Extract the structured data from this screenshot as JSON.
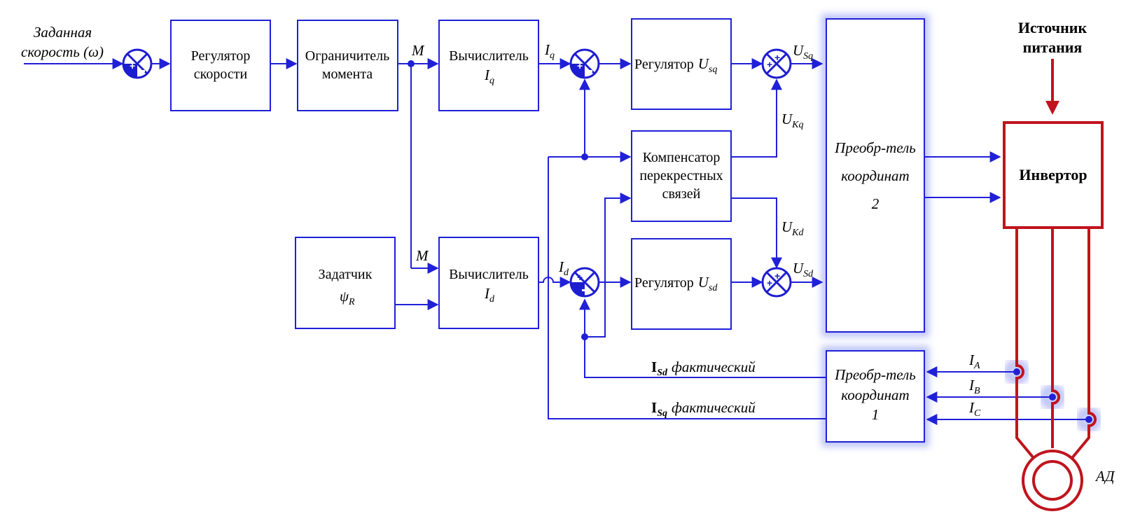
{
  "inputs": {
    "speed_ref_line1": "Заданная",
    "speed_ref_line2": "скорость (ω)"
  },
  "blocks": {
    "speed_regulator": [
      "Регулятор",
      "скорости"
    ],
    "torque_limiter": [
      "Ограничитель",
      "момента"
    ],
    "iq_calculator": {
      "label": "Вычислитель",
      "var": "I",
      "sub": "q"
    },
    "id_calculator": {
      "label": "Вычислитель",
      "var": "I",
      "sub": "d"
    },
    "flux_setter": {
      "label": "Задатчик",
      "var": "ψ",
      "sub": "R"
    },
    "usq_regulator": {
      "label": "Регулятор",
      "var": "U",
      "sub": "sq"
    },
    "usd_regulator": {
      "label": "Регулятор",
      "var": "U",
      "sub": "sd"
    },
    "cross_compensator": [
      "Компенсатор",
      "перекрестных",
      "связей"
    ],
    "coord_converter_2": [
      "Преобр-тель",
      "координат",
      "2"
    ],
    "coord_converter_1": [
      "Преобр-тель",
      "координат",
      "1"
    ],
    "inverter": "Инвертор"
  },
  "signals": {
    "m_top": "M",
    "m_bottom": "M",
    "iq": {
      "var": "I",
      "sub": "q"
    },
    "id": {
      "var": "I",
      "sub": "d"
    },
    "usq": {
      "var": "U",
      "sub": "Sq"
    },
    "usd": {
      "var": "U",
      "sub": "Sd"
    },
    "ukq": {
      "var": "U",
      "sub": "Kq"
    },
    "ukd": {
      "var": "U",
      "sub": "Kd"
    },
    "ia": {
      "var": "I",
      "sub": "A"
    },
    "ib": {
      "var": "I",
      "sub": "B"
    },
    "ic": {
      "var": "I",
      "sub": "C"
    },
    "isd_feedback": {
      "var": "I",
      "sub": "Sd",
      "text": "фактический"
    },
    "isq_feedback": {
      "var": "I",
      "sub": "Sq",
      "text": "фактический"
    }
  },
  "power_source": [
    "Источник",
    "питания"
  ],
  "motor_label": "АД",
  "colors": {
    "signal": "#2020d8",
    "power": "#c0141e",
    "glow": "#6d7cf0"
  }
}
